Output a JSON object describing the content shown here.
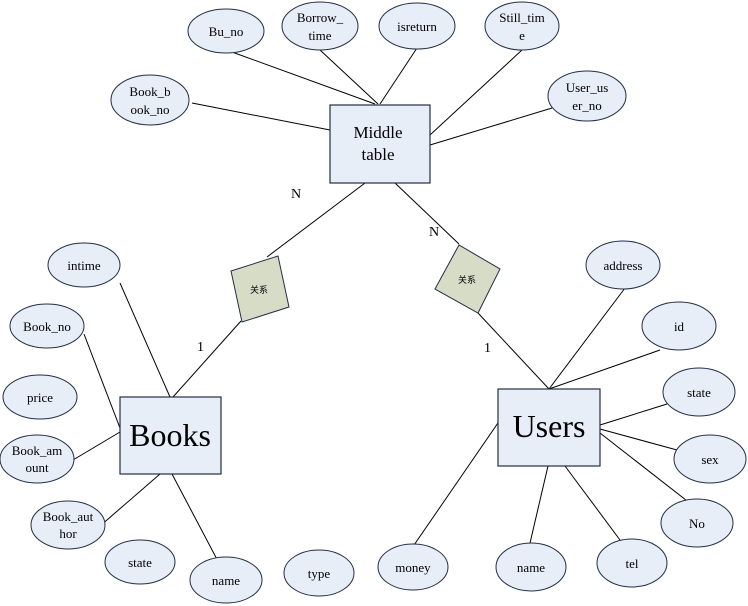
{
  "entities": {
    "middle": [
      "Middle",
      "table"
    ],
    "books": [
      "Books"
    ],
    "users": [
      "Users"
    ]
  },
  "relationships": {
    "left": "关系",
    "right": "关系"
  },
  "cardinalities": {
    "middle_left": "N",
    "middle_right": "N",
    "books": "1",
    "users": "1"
  },
  "attributes": {
    "bu_no": [
      "Bu_no"
    ],
    "borrow_time": [
      "Borrow_",
      "time"
    ],
    "isreturn": [
      "isreturn"
    ],
    "still_time": [
      "Still_tim",
      "e"
    ],
    "book_book_no": [
      "Book_b",
      "ook_no"
    ],
    "user_user_no": [
      "User_us",
      "er_no"
    ],
    "intime": [
      "intime"
    ],
    "book_no": [
      "Book_no"
    ],
    "price": [
      "price"
    ],
    "book_amount": [
      "Book_am",
      "ount"
    ],
    "book_author": [
      "Book_aut",
      "hor"
    ],
    "books_state": [
      "state"
    ],
    "books_name": [
      "name"
    ],
    "type": [
      "type"
    ],
    "address": [
      "address"
    ],
    "id": [
      "id"
    ],
    "users_state": [
      "state"
    ],
    "sex": [
      "sex"
    ],
    "no": [
      "No"
    ],
    "money": [
      "money"
    ],
    "users_name": [
      "name"
    ],
    "tel": [
      "tel"
    ]
  },
  "colors": {
    "shape_fill": "#e8eef8",
    "relationship_fill": "#d7dcc6",
    "outline": "#232f44"
  }
}
